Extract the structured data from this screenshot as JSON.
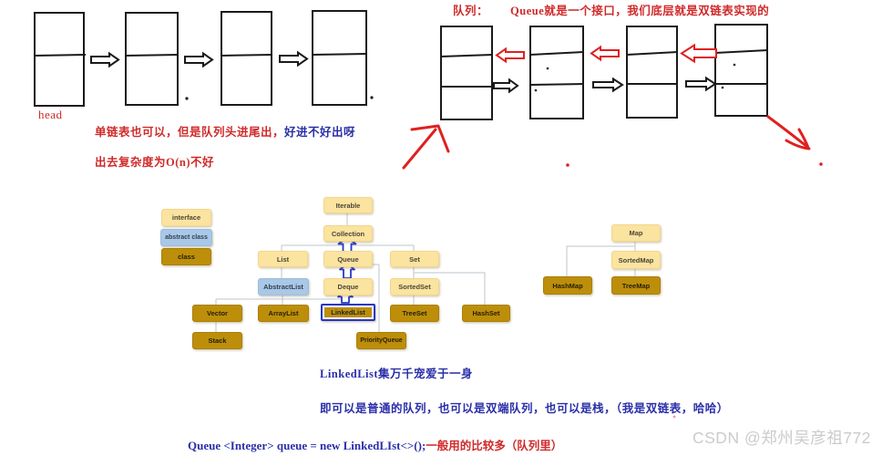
{
  "top_right_header": {
    "label": "队列：",
    "desc": "Queue就是一个接口，我们底层就是双链表实现的"
  },
  "top_left": {
    "head_label": "head",
    "note1_red": "单链表也可以，但是队列头进尾出，",
    "note1_blue": "好进不好出呀",
    "note2_red": "出去复杂度为O(n)不好"
  },
  "hierarchy": {
    "legend": {
      "interface": "interface",
      "abstract_class": "abstract class",
      "class": "class"
    },
    "nodes": {
      "iterable": "Iterable",
      "collection": "Collection",
      "list": "List",
      "queue": "Queue",
      "set": "Set",
      "abstractlist": "AbstractList",
      "deque": "Deque",
      "sortedset": "SortedSet",
      "vector": "Vector",
      "arraylist": "ArrayList",
      "linkedlist": "LinkedList",
      "treeset": "TreeSet",
      "hashset": "HashSet",
      "stack": "Stack",
      "priorityqueue": "PriorityQueue",
      "map": "Map",
      "sortedmap": "SortedMap",
      "hashmap": "HashMap",
      "treemap": "TreeMap"
    }
  },
  "bottom_notes": {
    "line1": "LinkedList集万千宠爱于一身",
    "line2": "即可以是普通的队列，也可以是双端队列，也可以是栈，（我是双链表，哈哈）",
    "code_blue": "Queue <Integer> queue = new LinkedLIst<>();",
    "code_red": "一般用的比较多（队列里）"
  },
  "watermark": "CSDN @郑州吴彦祖772",
  "colors": {
    "annotation_red": "#d02a2a",
    "annotation_blue": "#2a2fa8",
    "hand_arrow_red": "#e02020",
    "interface_cream": "#fbe3a0",
    "abstract_blue": "#a9c7e7",
    "class_gold": "#bd8e09",
    "highlight_border_blue": "#2737c6",
    "connector_gray": "#bcc5ce",
    "stroke_black": "#1a1a1a",
    "watermark_gray": "#cbcbcb"
  }
}
